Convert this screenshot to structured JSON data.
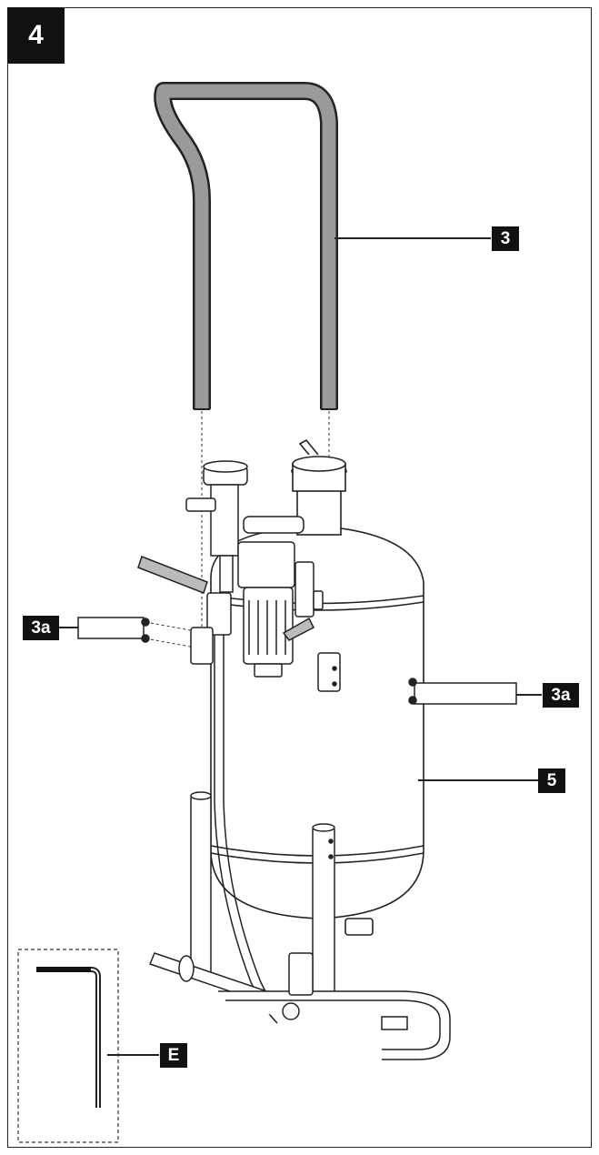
{
  "step": "4",
  "labels": {
    "handle": "3",
    "screws_left": "3a",
    "screws_right": "3a",
    "tank": "5",
    "allen_key": "E"
  },
  "colors": {
    "line": "#222222",
    "handle_fill": "#9a9a9a",
    "badge": "#111111"
  }
}
